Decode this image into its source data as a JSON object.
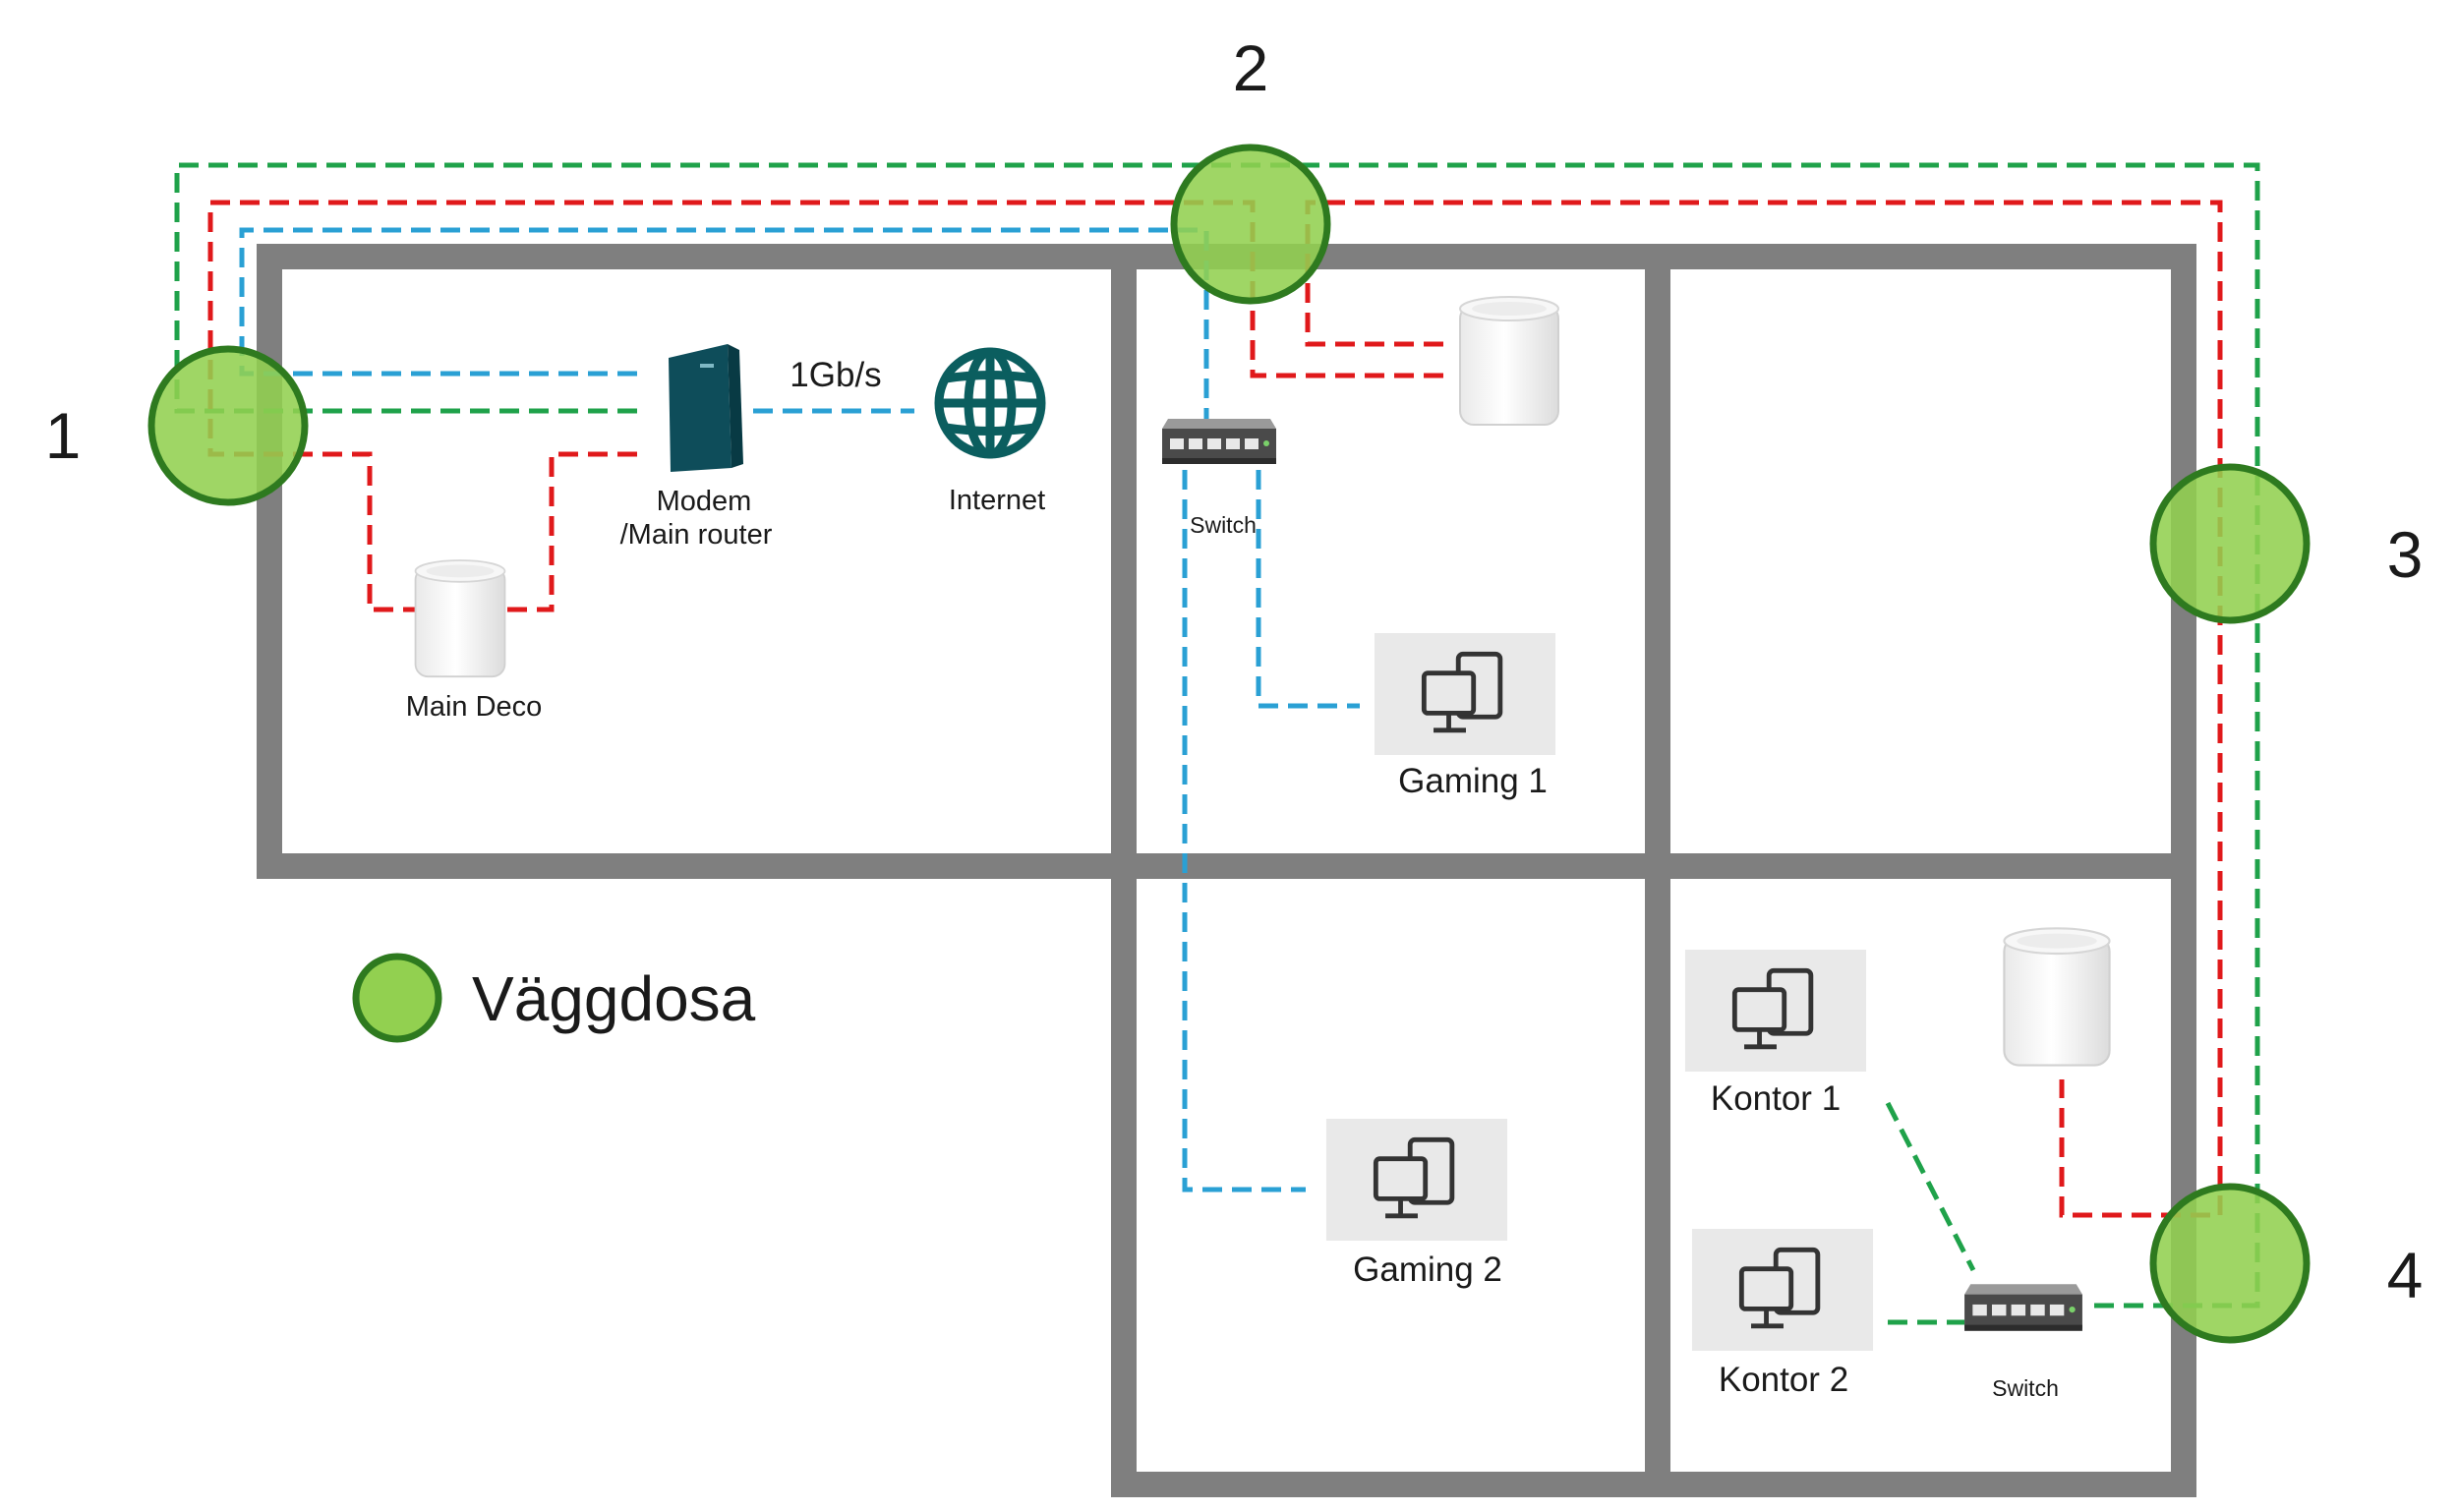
{
  "colors": {
    "wall": "#7f7f7f",
    "outlet_fill": "#92d050",
    "outlet_stroke": "#2e7a1f",
    "cable_red": "#e0191b",
    "cable_green": "#1fa24a",
    "cable_blue": "#2aa0d4",
    "internet_globe": "#0b5e5f",
    "router_body": "#0e4d5a"
  },
  "outlet_numbers": [
    "1",
    "2",
    "3",
    "4"
  ],
  "legend": {
    "label": "Väggdosa",
    "icon": "green-circle-outlet"
  },
  "link_speed": "1Gb/s",
  "devices": {
    "modem": {
      "line1": "Modem",
      "line2": "/Main router",
      "icon": "router-icon"
    },
    "internet": {
      "label": "Internet",
      "icon": "globe-icon"
    },
    "main_deco": {
      "label": "Main Deco",
      "icon": "mesh-node-icon"
    },
    "switch_top": {
      "label": "Switch",
      "icon": "switch-icon"
    },
    "switch_bottom": {
      "label": "Switch",
      "icon": "switch-icon"
    },
    "gaming1": {
      "label": "Gaming 1",
      "icon": "computer-icon"
    },
    "gaming2": {
      "label": "Gaming 2",
      "icon": "computer-icon"
    },
    "kontor1": {
      "label": "Kontor 1",
      "icon": "computer-icon"
    },
    "kontor2": {
      "label": "Kontor 2",
      "icon": "computer-icon"
    },
    "deco_room2": {
      "icon": "mesh-node-icon"
    },
    "deco_room5": {
      "icon": "mesh-node-icon"
    }
  }
}
